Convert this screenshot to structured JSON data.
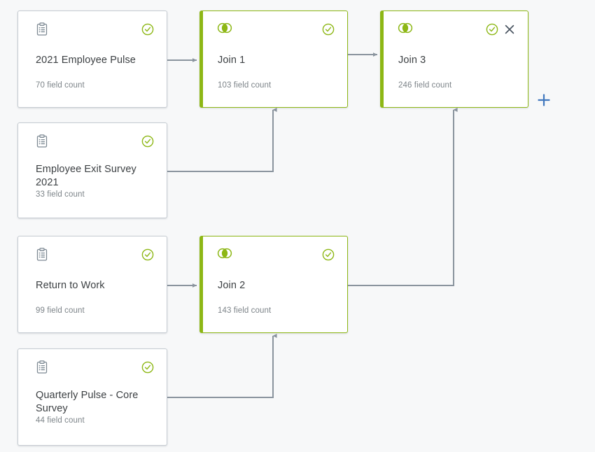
{
  "canvas": {
    "background_color": "#f7f8f9",
    "accent_green": "#8db715",
    "connector_color": "#8a949e",
    "add_button_color": "#4178be",
    "title_color": "#3c4043",
    "subtitle_color": "#7d8489",
    "card_border_color": "#c6ccd2"
  },
  "nodes": [
    {
      "id": "source-2021-employee-pulse",
      "type": "source",
      "icon": "clipboard-icon",
      "status_icon": "check-circle-icon",
      "title": "2021 Employee Pulse",
      "subtitle": "70 field count",
      "field_count": 70,
      "selected": false,
      "closable": false
    },
    {
      "id": "source-employee-exit-survey-2021",
      "type": "source",
      "icon": "clipboard-icon",
      "status_icon": "check-circle-icon",
      "title": "Employee Exit Survey 2021",
      "subtitle": "33 field count",
      "field_count": 33,
      "selected": false,
      "closable": false
    },
    {
      "id": "source-return-to-work",
      "type": "source",
      "icon": "clipboard-icon",
      "status_icon": "check-circle-icon",
      "title": "Return to Work",
      "subtitle": "99 field count",
      "field_count": 99,
      "selected": false,
      "closable": false
    },
    {
      "id": "source-quarterly-pulse-core-survey",
      "type": "source",
      "icon": "clipboard-icon",
      "status_icon": "check-circle-icon",
      "title": "Quarterly Pulse - Core Survey",
      "subtitle": "44 field count",
      "field_count": 44,
      "selected": false,
      "closable": false
    },
    {
      "id": "join-1",
      "type": "join",
      "icon": "venn-join-icon",
      "status_icon": "check-circle-icon",
      "title": "Join 1",
      "subtitle": "103 field count",
      "field_count": 103,
      "selected": false,
      "closable": false
    },
    {
      "id": "join-2",
      "type": "join",
      "icon": "venn-join-icon",
      "status_icon": "check-circle-icon",
      "title": "Join 2",
      "subtitle": "143 field count",
      "field_count": 143,
      "selected": false,
      "closable": false
    },
    {
      "id": "join-3",
      "type": "join",
      "icon": "venn-join-icon",
      "status_icon": "check-circle-icon",
      "title": "Join 3",
      "subtitle": "246 field count",
      "field_count": 246,
      "selected": true,
      "closable": true,
      "close_label": "×"
    }
  ],
  "connections": [
    {
      "from": "source-2021-employee-pulse",
      "to": "join-1"
    },
    {
      "from": "source-employee-exit-survey-2021",
      "to": "join-1"
    },
    {
      "from": "source-return-to-work",
      "to": "join-2"
    },
    {
      "from": "source-quarterly-pulse-core-survey",
      "to": "join-2"
    },
    {
      "from": "join-1",
      "to": "join-3"
    },
    {
      "from": "join-2",
      "to": "join-3"
    }
  ],
  "add_button": {
    "icon": "plus-icon",
    "label": "+"
  }
}
